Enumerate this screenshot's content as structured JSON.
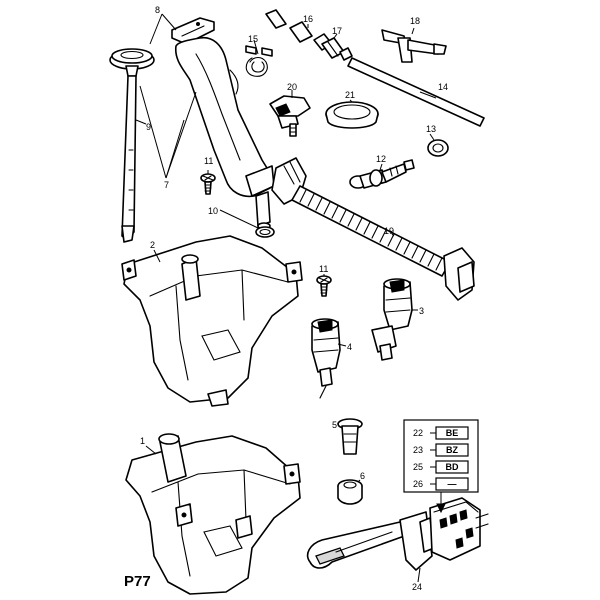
{
  "page_code": "P77",
  "callouts": {
    "c1": "1",
    "c2": "2",
    "c3": "3",
    "c4": "4",
    "c5": "5",
    "c6": "6",
    "c7": "7",
    "c8": "8",
    "c9": "9",
    "c10": "10",
    "c11a": "11",
    "c11b": "11",
    "c12": "12",
    "c13": "13",
    "c14": "14",
    "c15": "15",
    "c16": "16",
    "c17": "17",
    "c18": "18",
    "c19": "19",
    "c20": "20",
    "c21": "21",
    "c24": "24"
  },
  "variant_legend": {
    "rows": [
      {
        "number": "22",
        "code": "BE"
      },
      {
        "number": "23",
        "code": "BZ"
      },
      {
        "number": "25",
        "code": "BD"
      },
      {
        "number": "26",
        "code": "—"
      }
    ]
  }
}
